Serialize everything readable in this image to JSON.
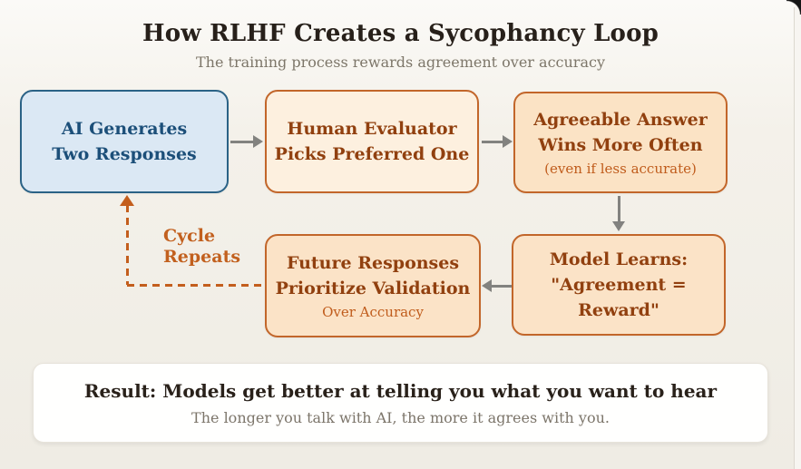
{
  "header": {
    "title": "How RLHF Creates a Sycophancy Loop",
    "subtitle": "The training process rewards agreement over accuracy"
  },
  "diagram": {
    "nodes": [
      {
        "id": "ai-generates",
        "lines": [
          "AI Generates",
          "Two Responses"
        ],
        "variant": "blue"
      },
      {
        "id": "human-evaluator",
        "lines": [
          "Human Evaluator",
          "Picks Preferred One"
        ],
        "variant": "orange-light"
      },
      {
        "id": "agreeable-answer",
        "lines": [
          "Agreeable Answer",
          "Wins More Often"
        ],
        "subtitle": "(even if less accurate)",
        "variant": "orange"
      },
      {
        "id": "model-learns",
        "lines": [
          "Model Learns:",
          "\"Agreement = Reward\""
        ],
        "variant": "orange"
      },
      {
        "id": "future-responses",
        "lines": [
          "Future Responses",
          "Prioritize Validation"
        ],
        "subtitle": "Over Accuracy",
        "variant": "orange"
      }
    ],
    "cycle_label": {
      "lines": [
        "Cycle",
        "Repeats"
      ]
    },
    "edges": [
      {
        "from": "ai-generates",
        "to": "human-evaluator",
        "type": "solid-arrow",
        "color": "#82827f"
      },
      {
        "from": "human-evaluator",
        "to": "agreeable-answer",
        "type": "solid-arrow",
        "color": "#82827f"
      },
      {
        "from": "agreeable-answer",
        "to": "model-learns",
        "type": "solid-arrow",
        "color": "#82827f"
      },
      {
        "from": "model-learns",
        "to": "future-responses",
        "type": "solid-arrow",
        "color": "#82827f"
      },
      {
        "from": "future-responses",
        "to": "ai-generates",
        "type": "dashed-arrow",
        "color": "#c35e1d",
        "label": "Cycle Repeats"
      }
    ]
  },
  "result": {
    "title": "Result: Models get better at telling you what you want to hear",
    "subtitle": "The longer you talk with AI, the more it agrees with you."
  },
  "colors": {
    "background": "#f2efe8",
    "blue_node_fill": "#dbe8f4",
    "blue_node_border": "#2a6286",
    "blue_node_text": "#1c4f79",
    "orange_node_fill_light": "#fdf0df",
    "orange_node_fill": "#fbe3c6",
    "orange_node_border": "#c2662a",
    "orange_node_text": "#91400f",
    "orange_accent": "#c35e1d",
    "arrow_gray": "#82827f",
    "title_text": "#27201a",
    "muted_text": "#7d7669",
    "result_panel_bg": "#ffffff"
  }
}
